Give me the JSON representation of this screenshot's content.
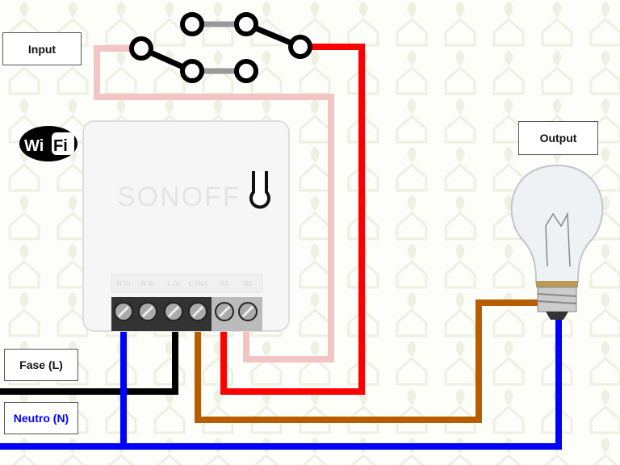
{
  "labels": {
    "input": "Input",
    "output": "Output",
    "phase": "Fase (L)",
    "neutral": "Neutro (N)"
  },
  "device": {
    "brand": "SONOFF",
    "terminals": [
      "N In",
      "N In",
      "L In",
      "L Out",
      "S1",
      "S2"
    ]
  },
  "wifi_logo": "WiFi",
  "colors": {
    "phase": "#000000",
    "neutral": "#0000ff",
    "load": "#b85c00",
    "switch_s1": "#ff0000",
    "switch_s2": "#f2c4c4",
    "neutral_text": "#0000ff"
  }
}
